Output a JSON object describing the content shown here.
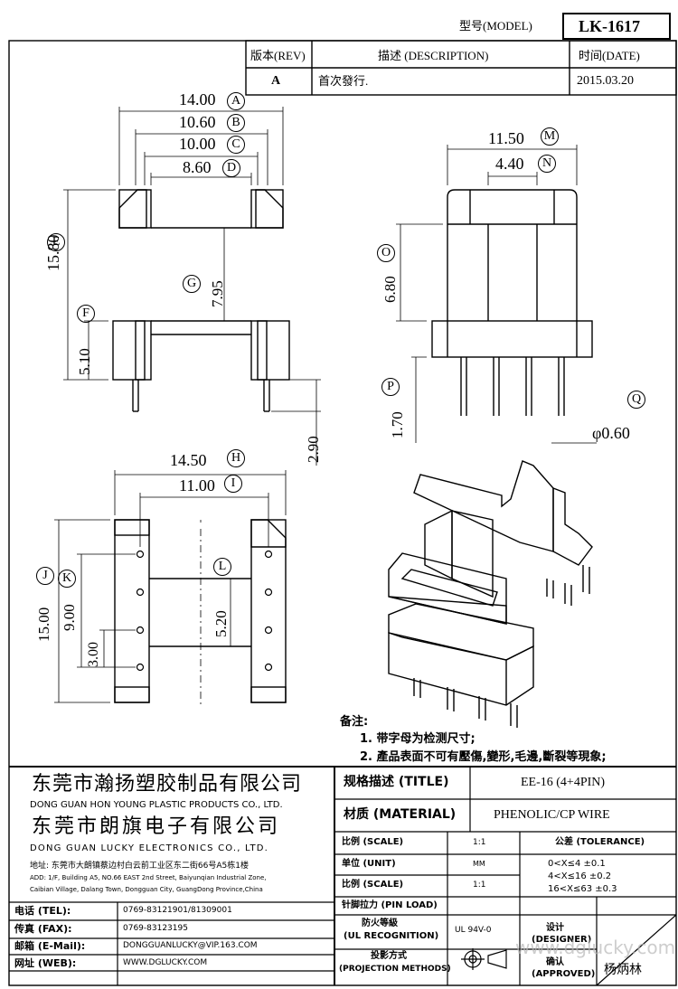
{
  "header": {
    "model_label": "型号(MODEL)",
    "model_value": "LK-1617"
  },
  "revision_table": {
    "col_rev": "版本(REV)",
    "col_desc": "描述 (DESCRIPTION)",
    "col_date": "时间(DATE)",
    "row": {
      "rev": "A",
      "desc": "首次發行.",
      "date": "2015.03.20"
    }
  },
  "dimensions": {
    "A": {
      "value": "14.00",
      "letter": "A"
    },
    "B": {
      "value": "10.60",
      "letter": "B"
    },
    "C": {
      "value": "10.00",
      "letter": "C"
    },
    "D": {
      "value": "8.60",
      "letter": "D"
    },
    "E": {
      "value": "15.80",
      "letter": "E"
    },
    "F": {
      "value": "5.10",
      "letter": "F"
    },
    "G": {
      "value": "7.95",
      "letter": "G"
    },
    "pin_len": {
      "value": "2.90"
    },
    "M": {
      "value": "11.50",
      "letter": "M"
    },
    "N": {
      "value": "4.40",
      "letter": "N"
    },
    "O": {
      "value": "6.80",
      "letter": "O"
    },
    "P": {
      "value": "1.70",
      "letter": "P"
    },
    "Q": {
      "value": "φ0.60",
      "letter": "Q"
    },
    "H": {
      "value": "14.50",
      "letter": "H"
    },
    "I": {
      "value": "11.00",
      "letter": "I"
    },
    "J": {
      "value": "15.00",
      "letter": "J"
    },
    "K": {
      "value": "9.00",
      "letter": "K"
    },
    "L": {
      "value": "5.20",
      "letter": "L"
    },
    "pitch": {
      "value": "3.00"
    }
  },
  "notes": {
    "title": "备注:",
    "items": [
      "1. 带字母为检测尺寸;",
      "2. 產品表面不可有壓傷,變形,毛邊,斷裂等現象;"
    ]
  },
  "company": {
    "name1_cn": "东莞市瀚扬塑胶制品有限公司",
    "name1_en": "DONG GUAN HON YOUNG PLASTIC PRODUCTS CO., LTD.",
    "name2_cn": "东莞市朗旗电子有限公司",
    "name2_en": "DONG GUAN LUCKY ELECTRONICS CO., LTD.",
    "addr_cn": "地址: 东莞市大朗镇蔡边村白云前工业区东二街66号A5栋1楼",
    "addr_en1": "ADD: 1/F, Building A5, NO.66 EAST 2nd Street, Baiyunqian Industrial Zone,",
    "addr_en2": "Caibian Village, Dalang Town, Dongguan City, GuangDong Province,China"
  },
  "contacts": [
    {
      "label": "电话 (TEL):",
      "value": "0769-83121901/81309001"
    },
    {
      "label": "传真 (FAX):",
      "value": "0769-83123195"
    },
    {
      "label": "邮箱 (E-Mail):",
      "value": "DONGGUANLUCKY@VIP.163.COM"
    },
    {
      "label": "网址 (WEB):",
      "value": "WWW.DGLUCKY.COM"
    }
  ],
  "spec": {
    "title_label": "规格描述 (TITLE)",
    "title_value": "EE-16 (4+4PIN)",
    "material_label": "材质 (MATERIAL)",
    "material_value": "PHENOLIC/CP WIRE",
    "scale_label": "比例 (SCALE)",
    "scale_value": "1:1",
    "unit_label": "单位 (UNIT)",
    "unit_value": "MM",
    "scale2_label": "比例 (SCALE)",
    "scale2_value": "1:1",
    "pinload_label": "针脚拉力 (PIN LOAD)",
    "ul_label1": "防火等級",
    "ul_label2": "(UL RECOGNITION)",
    "ul_value": "UL 94V-0",
    "proj_label1": "投影方式",
    "proj_label2": "(PROJECTION METHODS)",
    "tolerance_title": "公差 (TOLERANCE)",
    "tolerances": [
      "0<X≤4   ±0.1",
      "4<X≤16   ±0.2",
      "16<X≤63  ±0.3"
    ],
    "designer_label1": "设计",
    "designer_label2": "(DESIGNER)",
    "approved_label1": "确认",
    "approved_label2": "(APPROVED)",
    "approver_name": "杨炳林",
    "watermark": "www.dglucky.com"
  }
}
